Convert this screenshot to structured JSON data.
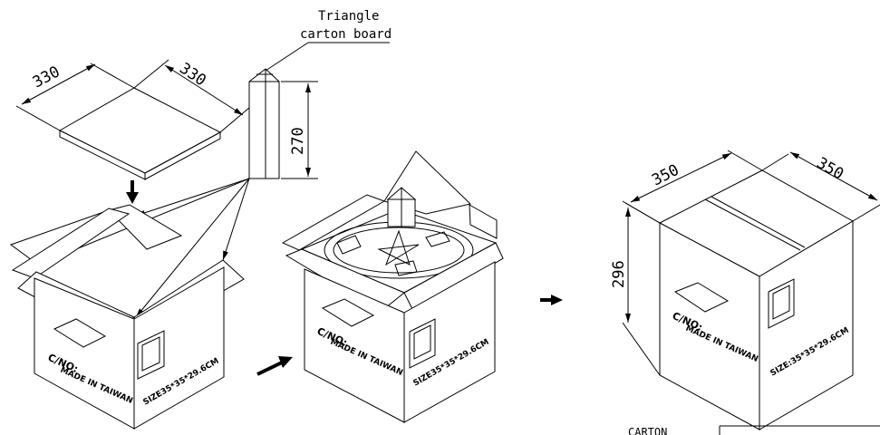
{
  "diagram": {
    "top_pad": {
      "dim_w": "330",
      "dim_d": "330"
    },
    "triangle_board": {
      "label_line1": "Triangle",
      "label_line2": "carton  board",
      "dim_h": "270"
    },
    "carton_open": {
      "mark_cno": "C/NO:",
      "mark_made": "MADE IN  TAIWAN",
      "mark_size": "SIZE35*35*29.6CM"
    },
    "carton_packed": {
      "mark_cno": "C/NO:",
      "mark_made": "MADE IN  TAIWAN",
      "mark_size": "SIZE35*35*29.6CM"
    },
    "carton_closed": {
      "dim_w": "350",
      "dim_d": "350",
      "dim_h": "296",
      "mark_cno": "C/NO:",
      "mark_made": "MADE IN  TAIWAN",
      "mark_size": "SIZE:35*35*29.6CM"
    },
    "table": {
      "label": "CARTON"
    }
  }
}
